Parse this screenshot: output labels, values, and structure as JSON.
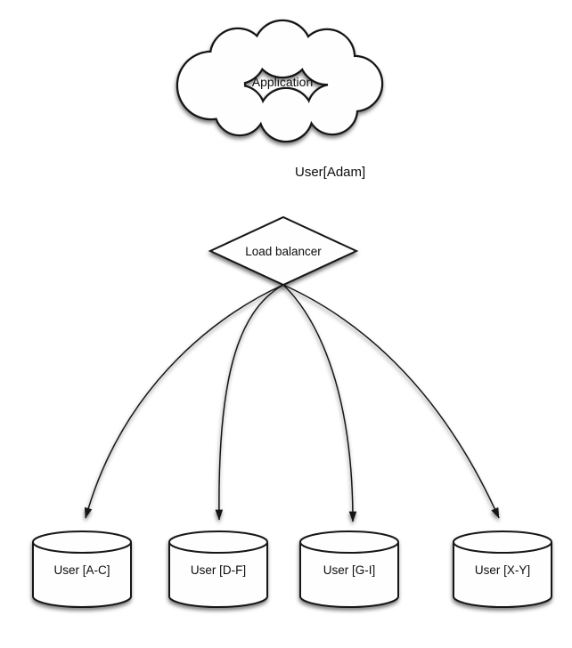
{
  "colors": {
    "line": "#141414",
    "shape_fill": "#fefefe",
    "background": "#ffffff",
    "shadow": "rgba(0,0,0,0.5)"
  },
  "nodes": {
    "application": {
      "type": "cloud",
      "label": "Application"
    },
    "load_balancer": {
      "type": "diamond",
      "label": "Load balancer"
    },
    "shards": [
      {
        "type": "cylinder",
        "label": "User [A-C]"
      },
      {
        "type": "cylinder",
        "label": "User [D-F]"
      },
      {
        "type": "cylinder",
        "label": "User [G-I]"
      },
      {
        "type": "cylinder",
        "label": "User [X-Y]"
      }
    ]
  },
  "edges": {
    "app_to_lb": {
      "label": "User[Adam]"
    },
    "lb_to_shards_count": "4"
  }
}
